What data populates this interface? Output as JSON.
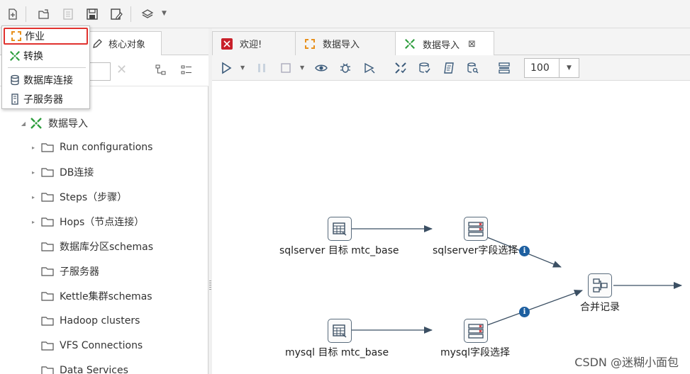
{
  "left_tabs": {
    "core_objects": "核心对象"
  },
  "editor_tabs": [
    {
      "label": "欢迎!",
      "icon": "welcome-icon"
    },
    {
      "label": "数据导入",
      "icon": "job-icon"
    },
    {
      "label": "数据导入",
      "icon": "transformation-icon",
      "close": "⊠"
    }
  ],
  "zoom": {
    "value": "100"
  },
  "tree": {
    "root": "数据导入",
    "items": [
      "Run configurations",
      "DB连接",
      "Steps（步骤）",
      "Hops（节点连接）",
      "数据库分区schemas",
      "子服务器",
      "Kettle集群schemas",
      "Hadoop clusters",
      "VFS Connections",
      "Data Services"
    ]
  },
  "menu": {
    "items": [
      "作业",
      "转换",
      "数据库连接",
      "子服务器"
    ]
  },
  "canvas": {
    "steps": {
      "sqlserver_input": "sqlserver 目标 mtc_base",
      "sqlserver_select": "sqlserver字段选择",
      "merge": "合并记录",
      "mysql_input": "mysql 目标  mtc_base",
      "mysql_select": "mysql字段选择"
    },
    "info_badge": "i"
  },
  "watermark": "CSDN @迷糊小面包",
  "colors": {
    "accent": "#1d5fa0",
    "highlight": "#e0322e",
    "hop": "#3b4f63"
  }
}
